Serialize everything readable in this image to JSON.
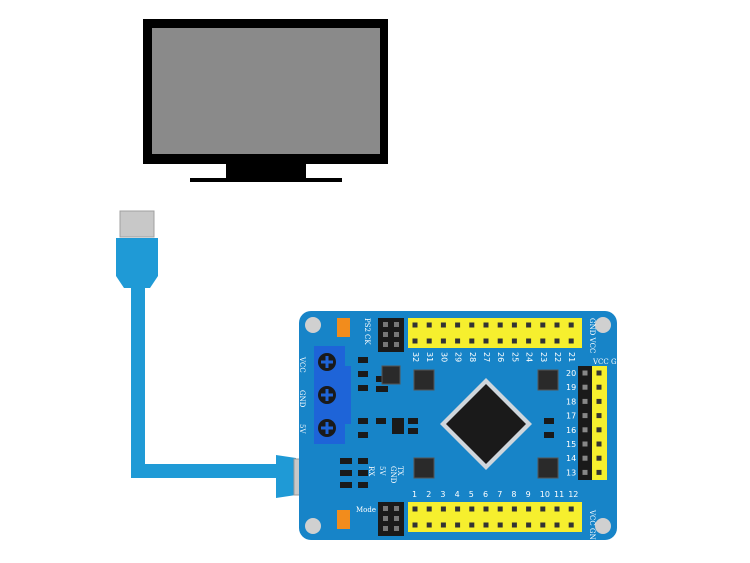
{
  "board": {
    "top_pins": [
      "32",
      "31",
      "30",
      "29",
      "28",
      "27",
      "26",
      "25",
      "24",
      "23",
      "22",
      "21"
    ],
    "bottom_pins": [
      "1",
      "2",
      "3",
      "4",
      "5",
      "6",
      "7",
      "8",
      "9",
      "10",
      "11",
      "12"
    ],
    "right_pins": [
      "20",
      "19",
      "18",
      "17",
      "16",
      "15",
      "14",
      "13"
    ],
    "label_ps2": "PS2",
    "label_ck": "CK",
    "label_vcc_top": "GND VCC",
    "label_vcc_gnd_right": "VCC GND",
    "label_vcc_gnd_bottom": "VCC GND",
    "terminal_labels": [
      "VCC",
      "GND",
      "5V"
    ],
    "serial_labels": [
      "RX",
      "5V",
      "GND"
    ],
    "serial_labels_2": [
      "TX",
      "5V",
      "GND"
    ],
    "mode_label": "Mode"
  },
  "colors": {
    "board": "#1784c8",
    "cable": "#1f9ad6",
    "header_yellow": "#f6ef2e",
    "screen": "#8a8a8a",
    "orange": "#f28c1c"
  }
}
